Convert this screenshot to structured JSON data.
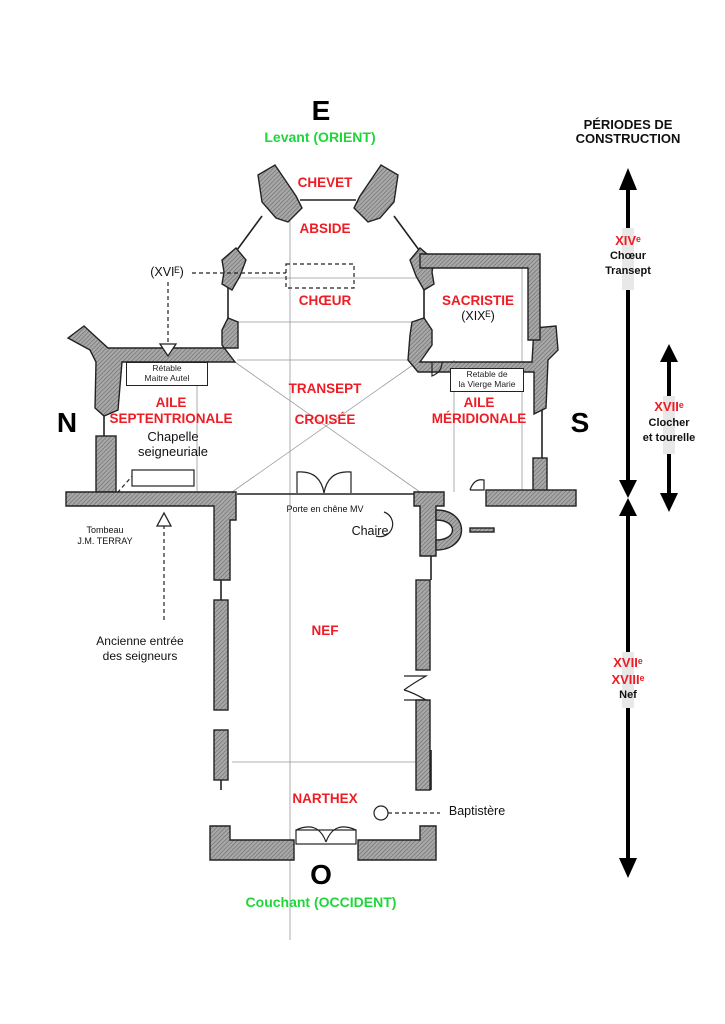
{
  "compass": {
    "east_letter": "E",
    "east_label": "Levant (ORIENT)",
    "west_letter": "O",
    "west_label": "Couchant (OCCIDENT)",
    "north_letter": "N",
    "south_letter": "S"
  },
  "rooms": {
    "chevet": "CHEVET",
    "abside": "ABSIDE",
    "choeur": "CHŒUR",
    "sacristie": "SACRISTIE",
    "sacristie_date": "(XIXᴱ)",
    "transept": "TRANSEPT",
    "croisee": "CROISÉE",
    "aile_sept_1": "AILE",
    "aile_sept_2": "SEPTENTRIONALE",
    "chapelle_1": "Chapelle",
    "chapelle_2": "seigneuriale",
    "aile_merid_1": "AILE",
    "aile_merid_2": "MÉRIDIONALE",
    "nef": "NEF",
    "narthex": "NARTHEX"
  },
  "annotations": {
    "xvi": "(XVIᴱ)",
    "retable_maitre_1": "Rétable",
    "retable_maitre_2": "Maitre Autel",
    "retable_vierge_1": "Retable de",
    "retable_vierge_2": "la Vierge Marie",
    "tombeau_1": "Tombeau",
    "tombeau_2": "J.M. TERRAY",
    "ancienne_1": "Ancienne entrée",
    "ancienne_2": "des seigneurs",
    "porte": "Porte en chêne MV",
    "chaire": "Chaire",
    "baptistere": "Baptistère"
  },
  "periods": {
    "title_1": "PÉRIODES DE",
    "title_2": "CONSTRUCTION",
    "items": [
      {
        "century": "XIVᵉ",
        "desc_1": "Chœur",
        "desc_2": "Transept"
      },
      {
        "century": "XVIIᵉ",
        "desc_1": "Clocher",
        "desc_2": "et tourelle"
      },
      {
        "century": "XVIIᵉ",
        "century_2": "XVIIIᵉ",
        "desc_1": "Nef"
      }
    ]
  },
  "colors": {
    "room_label": "#ee1c24",
    "orientation_label": "#1fd63a",
    "wall_fill": "#9a9a9a",
    "wall_stroke": "#222222"
  }
}
